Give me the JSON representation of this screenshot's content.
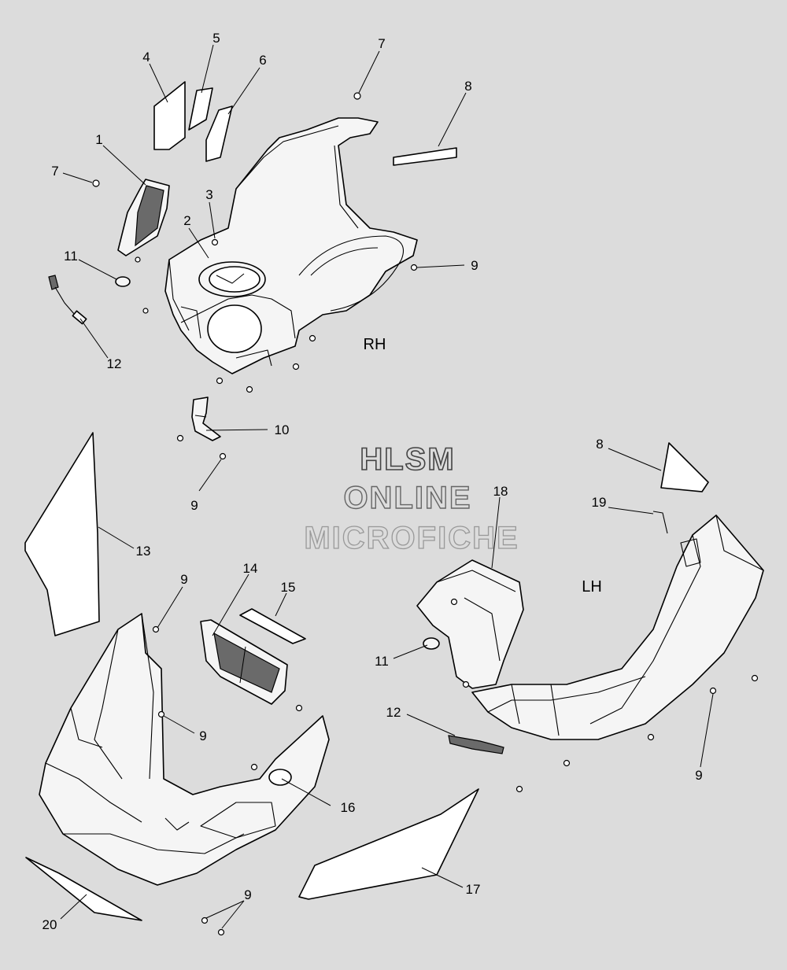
{
  "watermark": {
    "line1": "HLSM",
    "line2": "ONLINE",
    "line3": "MICROFICHE"
  },
  "sides": {
    "rh": "RH",
    "lh": "LH"
  },
  "callouts": {
    "c1": "1",
    "c2": "2",
    "c3": "3",
    "c4": "4",
    "c5": "5",
    "c6": "6",
    "c7a": "7",
    "c7b": "7",
    "c8a": "8",
    "c8b": "8",
    "c9a": "9",
    "c9b": "9",
    "c9c": "9",
    "c9d": "9",
    "c9e": "9",
    "c9f": "9",
    "c10": "10",
    "c11a": "11",
    "c11b": "11",
    "c12a": "12",
    "c12b": "12",
    "c13": "13",
    "c14": "14",
    "c15": "15",
    "c16": "16",
    "c17": "17",
    "c18": "18",
    "c19": "19",
    "c20": "20"
  }
}
